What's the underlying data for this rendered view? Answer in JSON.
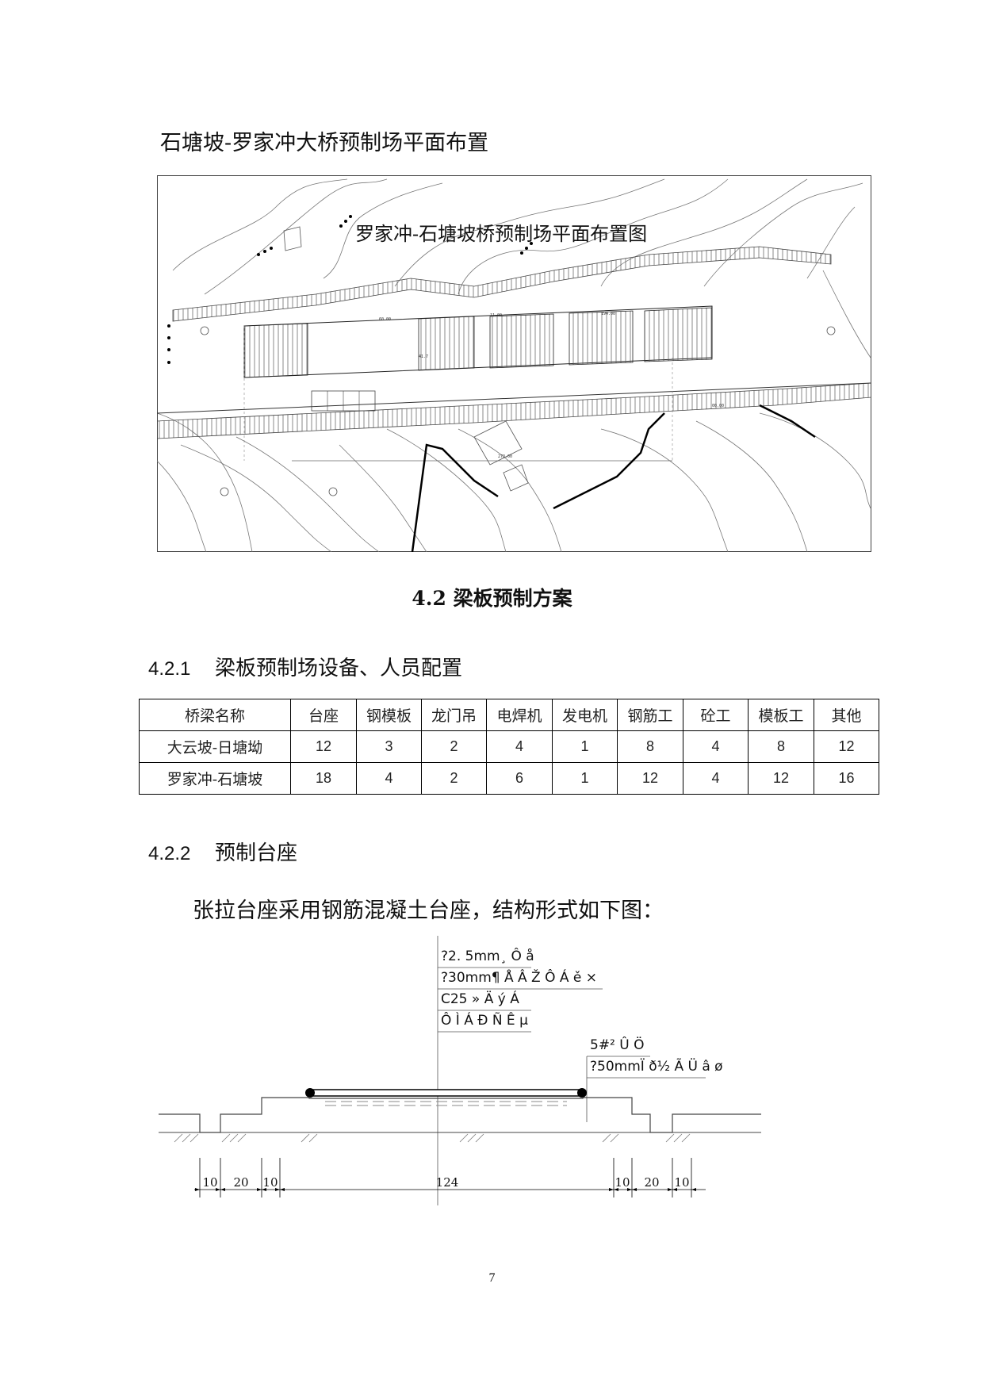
{
  "plan_caption": "石塘坡-罗家冲大桥预制场平面布置",
  "plan_figure": {
    "inner_title": "罗家冲-石塘坡桥预制场平面布置图",
    "dims": [
      "60.00",
      "11.00",
      "194.00",
      "41.7",
      "00.00",
      "273.00"
    ]
  },
  "section_title": "4.2 梁板预制方案",
  "sub1": {
    "number": "4.2.1",
    "title": "梁板预制场设备、人员配置"
  },
  "table": {
    "headers": [
      "桥梁名称",
      "台座",
      "钢模板",
      "龙门吊",
      "电焊机",
      "发电机",
      "钢筋工",
      "砼工",
      "模板工",
      "其他"
    ],
    "rows": [
      [
        "大云坡-日塘坳",
        "12",
        "3",
        "2",
        "4",
        "1",
        "8",
        "4",
        "8",
        "12"
      ],
      [
        "罗家冲-石塘坡",
        "18",
        "4",
        "2",
        "6",
        "1",
        "12",
        "4",
        "12",
        "16"
      ]
    ]
  },
  "sub2": {
    "number": "4.2.2",
    "title": "预制台座"
  },
  "paragraph": "张拉台座采用钢筋混凝土台座，结构形式如下图：",
  "detail_figure": {
    "labels": [
      "?2. 5mm¸ Ô å",
      "?30mm¶ Å Â Ž Ô Á ě ×",
      "C25 » Ä ý Á",
      "Ô Ì Á Ð Ñ Ê µ",
      "5#² Û Ö",
      "?50mmÏ ð½ Ã Ü â ø"
    ],
    "dims": [
      "10",
      "20",
      "10",
      "124",
      "10",
      "20",
      "10"
    ]
  },
  "page_number": "7"
}
